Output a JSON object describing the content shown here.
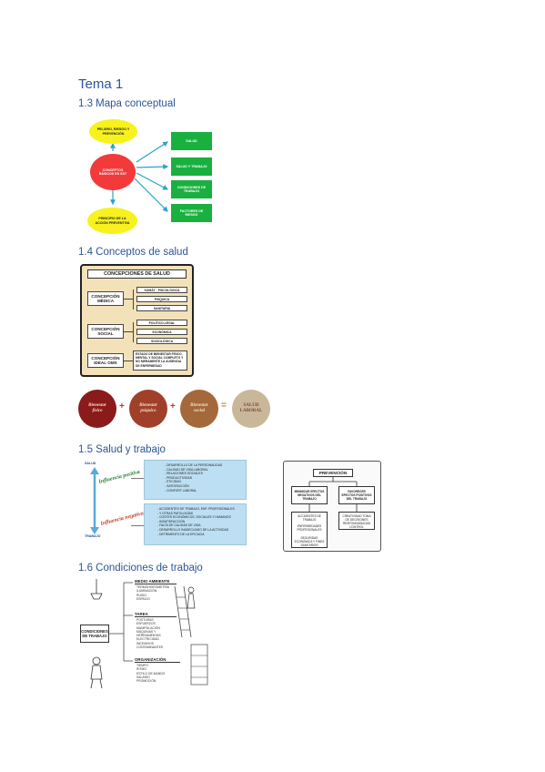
{
  "doc": {
    "title": "Tema 1",
    "sections": {
      "s13": "1.3 Mapa conceptual",
      "s14": "1.4 Conceptos de salud",
      "s15": "1.5 Salud y trabajo",
      "s16": "1.6 Condiciones de trabajo"
    }
  },
  "mapa": {
    "top": "PELIGRO, RIESGO Y PREVENCIÓN",
    "center": "CONCEPTOS BÁSICOS EN SST",
    "bottom": "PRINCIPIO DE LA ACCIÓN PREVENTIVA",
    "boxes": [
      "SALUD",
      "SALUD Y TRABAJO",
      "CONDICIONES DE TRABAJO",
      "FACTORES DE RIESGO"
    ],
    "colors": {
      "yellow": "#f7f21e",
      "red": "#f23a3a",
      "green": "#19b03f"
    }
  },
  "conceptos": {
    "title": "CONCEPCIONES DE SALUD",
    "rows": [
      {
        "label": "CONCEPCIÓN MÉDICA",
        "subs": [
          "SOMÁT - PSICOLÓGICA",
          "PSÍQUICA",
          "SANITARIA"
        ]
      },
      {
        "label": "CONCEPCIÓN SOCIAL",
        "subs": [
          "POLÍTICO-LEGAL",
          "ECONÓMICA",
          "SOCIOLÓGICA"
        ]
      },
      {
        "label": "CONCEPCIÓN IDEAL OMS",
        "subs": [
          "ESTADO DE BIENESTAR FÍSICO, MENTAL Y SOCIAL COMPLETO Y NO MERAMENTE LA AUSENCIA DE ENFERMEDAD"
        ]
      }
    ]
  },
  "bienestar": {
    "items": [
      "Bienestar físico",
      "Bienestar psíquico",
      "Bienestar social"
    ],
    "result": "SALUD LABORAL",
    "plus": "+",
    "equals": "="
  },
  "salud_trabajo": {
    "top_label": "SALUD",
    "bottom_label": "TRABAJO",
    "influence_pos": "Influencia positiva",
    "influence_neg": "Influencia negativa",
    "positives": [
      "DESARROLLO DE LA PERSONALIDAD",
      "CALIDAD DE VIDA LABORAL",
      "RELACIONES SOCIALES",
      "PRODUCTIVIDAD",
      "ETICIDAD",
      "SATISFACCIÓN",
      "CONFORT LABORAL"
    ],
    "negatives": [
      "ACCIDENTES DE TRABAJO, ENF. PROFESIONALES",
      "Y OTRAS PATOLOGÍAS",
      "COSTES ECONÓMICOS, SOCIALES Y HUMANOS",
      "INSATISFACCIÓN",
      "FALTA DE CALIDAD DE VIDA",
      "DESARROLLO INADECUADO DE LA ACTIVIDAD",
      "DETRIMENTO DE LA EFICACIA"
    ]
  },
  "prevencion": {
    "title": "PREVENCIÓN",
    "left": "MINIMIZAR EFECTOS NEGATIVOS DEL TRABAJO",
    "right": "FAVORECER EFECTOS POSITIVOS DEL TRABAJO",
    "left_sub1": "ACCIDENTES DE TRABAJO",
    "left_sub2": "ENFERMEDADES PROFESIONALES",
    "left_sub3": "SEGURIDAD ECONÓMICA Y FINES SANITARIOS",
    "right_sub1": "CREATIVIDAD TOMA DE DECISIONES RESPONSABILIDAD CONTROL"
  },
  "condiciones": {
    "center": "CONDICIONES DE TRABAJO",
    "groups": [
      {
        "title": "MEDIO AMBIENTE",
        "items": [
          "TERMOHIGROMETRÍA",
          "ILUMINACIÓN",
          "RUIDO",
          "ESPACIO"
        ]
      },
      {
        "title": "TAREA",
        "items": [
          "POSTURAS",
          "ESFUERZOS",
          "MANIPULACIÓN",
          "MÁQUINAS Y HERRAMIENTAS",
          "ELECTRICIDAD",
          "INCENDIOS",
          "CONTAMINANTES"
        ]
      },
      {
        "title": "ORGANIZACIÓN",
        "items": [
          "TIEMPO",
          "RITMO",
          "ESTILO DE MANDO",
          "SALARIO",
          "PROMOCIÓN"
        ]
      }
    ]
  }
}
